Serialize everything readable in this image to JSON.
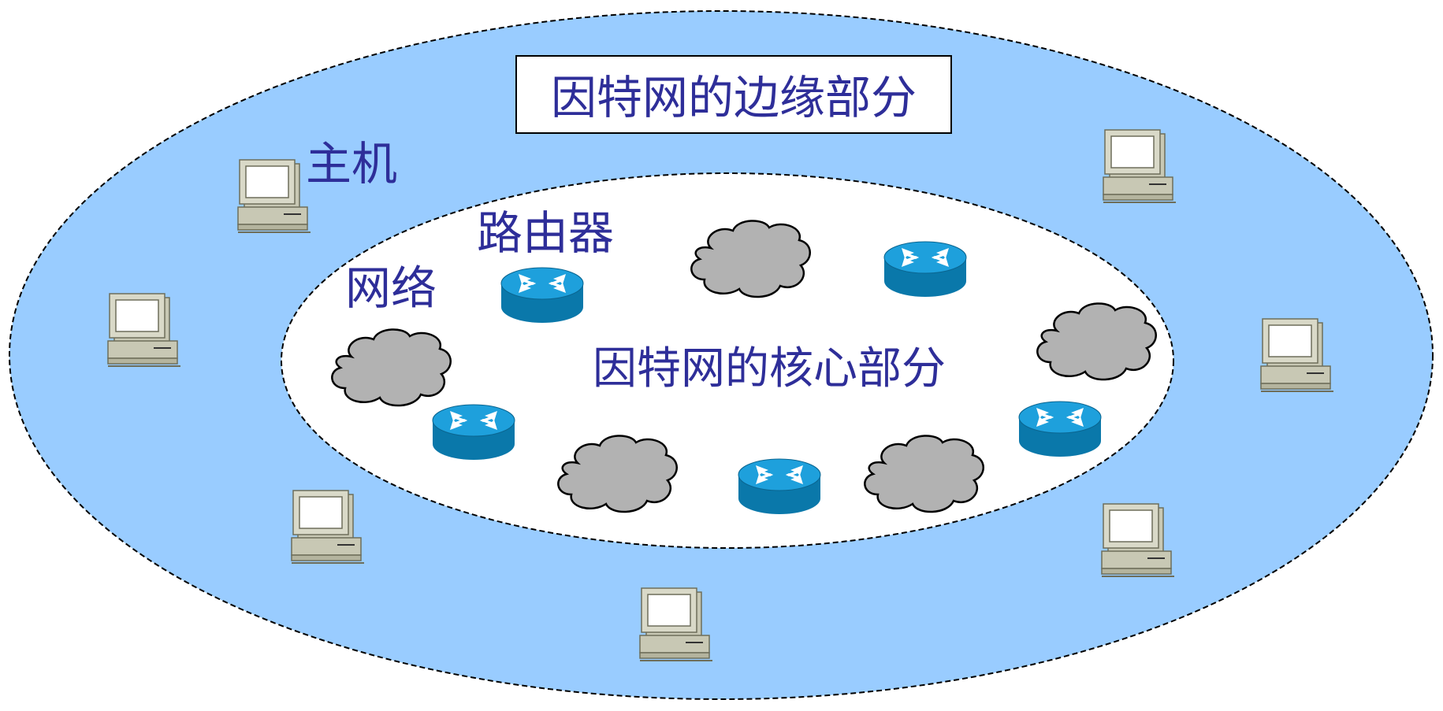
{
  "labels": {
    "edge_title": "因特网的边缘部分",
    "core_title": "因特网的核心部分",
    "host": "主机",
    "router": "路由器",
    "network": "网络"
  },
  "icons": {
    "host": "computer-icon",
    "router": "router-icon",
    "network": "cloud-icon"
  },
  "colors": {
    "edge_fill": "#99ccff",
    "core_fill": "#ffffff",
    "text": "#2e2e99",
    "cloud_fill": "#b2b2b2",
    "router_top": "#1ea0dc",
    "router_side": "#0a78aa",
    "computer_body": "#c8c8b4"
  }
}
